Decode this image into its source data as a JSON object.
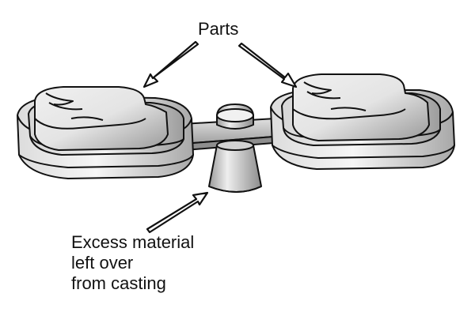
{
  "labels": {
    "parts": "Parts",
    "excess": {
      "line1": "Excess material",
      "line2": "left over",
      "line3": "from casting"
    }
  },
  "colors": {
    "outline": "#111111",
    "background": "#ffffff",
    "shade_light": "#f4f4f4",
    "shade_dark": "#8a8a8a"
  },
  "icons": [
    "arrow-icon"
  ]
}
